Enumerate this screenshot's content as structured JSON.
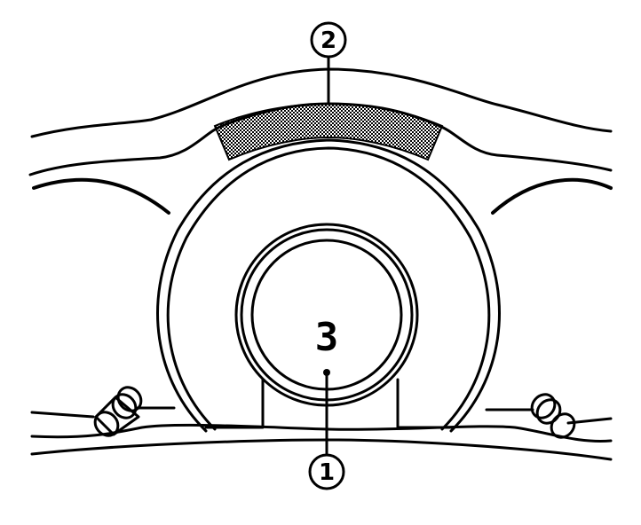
{
  "diagram": {
    "subject": "instrument cluster with gear position indicator",
    "callouts": [
      {
        "id": 1,
        "label": "1",
        "target": "gear-position-display"
      },
      {
        "id": 2,
        "label": "2",
        "target": "shaded-indicator-band"
      }
    ],
    "display": {
      "gear_digit": "3"
    },
    "colors": {
      "line": "#000000",
      "background": "#ffffff"
    }
  }
}
